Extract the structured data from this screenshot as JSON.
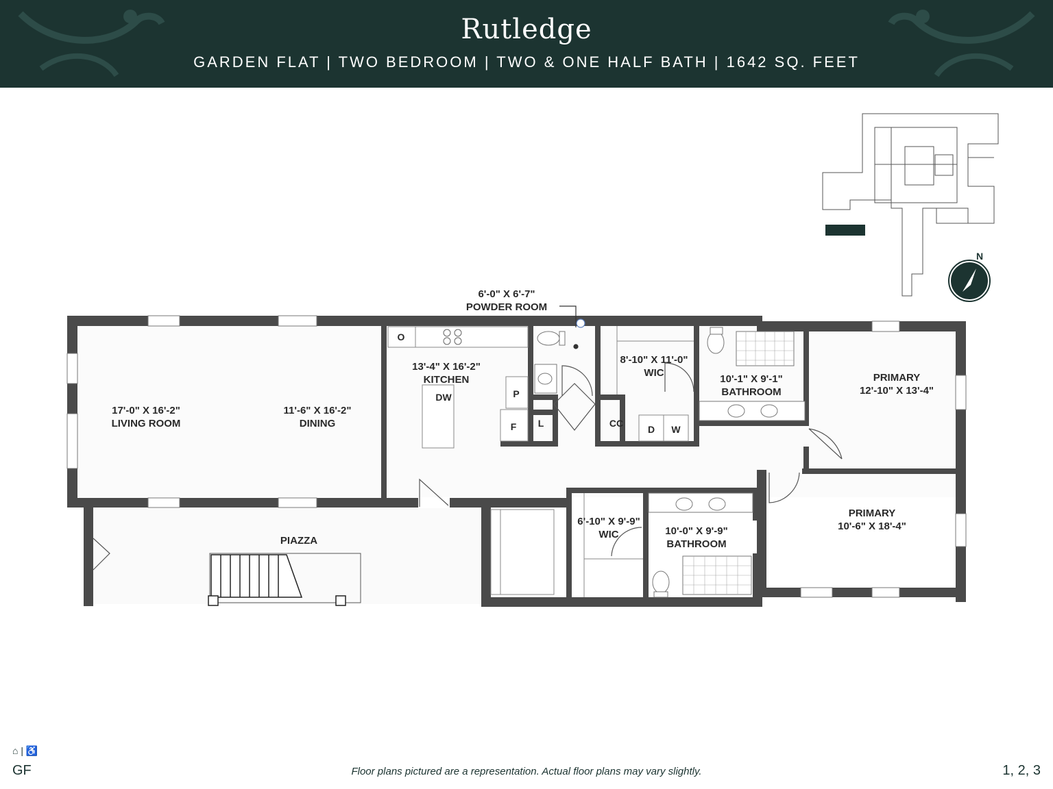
{
  "header": {
    "title": "Rutledge",
    "subtitle": "GARDEN FLAT | TWO BEDROOM | TWO & ONE HALF BATH | 1642 SQ. FEET"
  },
  "rooms": {
    "living": {
      "dim": "17'-0\" X 16'-2\"",
      "name": "LIVING ROOM"
    },
    "dining": {
      "dim": "11'-6\" X 16'-2\"",
      "name": "DINING"
    },
    "kitchen": {
      "dim": "13'-4\" X 16'-2\"",
      "name": "KITCHEN"
    },
    "powder": {
      "dim": "6'-0\" X 6'-7\"",
      "name": "POWDER ROOM"
    },
    "wic1": {
      "dim": "8'-10\" X 11'-0\"",
      "name": "WIC"
    },
    "bath1": {
      "dim": "10'-1\" X 9'-1\"",
      "name": "BATHROOM"
    },
    "primary1": {
      "name": "PRIMARY",
      "dim": "12'-10\" X 13'-4\""
    },
    "primary2": {
      "name": "PRIMARY",
      "dim": "10'-6\" X 18'-4\""
    },
    "wic2": {
      "dim": "6'-10\" X 9'-9\"",
      "name": "WIC"
    },
    "bath2": {
      "dim": "10'-0\" X 9'-9\"",
      "name": "BATHROOM"
    },
    "piazza": {
      "name": "PIAZZA"
    }
  },
  "fixtures": {
    "oven": "O",
    "dishwasher": "DW",
    "pantry": "P",
    "fridge": "F",
    "linen": "L",
    "coat_closet": "CC",
    "dryer": "D",
    "washer": "W"
  },
  "compass": {
    "label": "N"
  },
  "footer": {
    "floor_code": "GF",
    "note": "Floor plans pictured are a representation. Actual floor plans may vary slightly.",
    "units": "1, 2, 3"
  },
  "colors": {
    "header_bg": "#1c3431",
    "wall": "#4a4a4a",
    "keyplan_highlight": "#1c3431"
  },
  "icons": [
    "equal-housing-icon",
    "accessibility-icon"
  ]
}
